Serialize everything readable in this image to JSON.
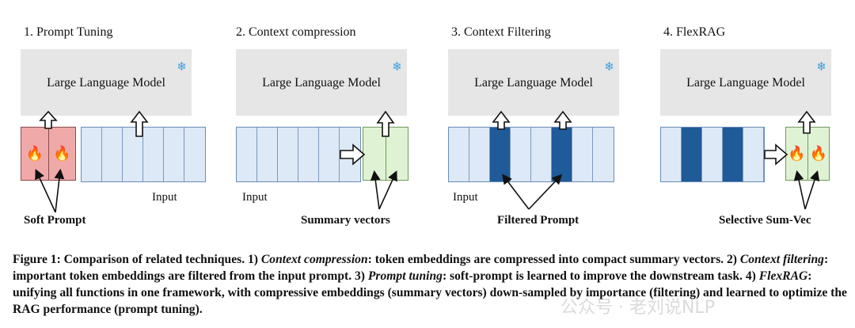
{
  "panels": [
    {
      "title": "1. Prompt Tuning",
      "llm_label": "Large Language Model",
      "bottom_label": "Soft Prompt",
      "input_label": "Input"
    },
    {
      "title": "2. Context compression",
      "llm_label": "Large Language Model",
      "bottom_label": "Summary vectors",
      "input_label": "Input"
    },
    {
      "title": "3. Context Filtering",
      "llm_label": "Large Language Model",
      "bottom_label": "Filtered Prompt",
      "input_label": "Input"
    },
    {
      "title": "4. FlexRAG",
      "llm_label": "Large Language Model",
      "bottom_label": "Selective Sum-Vec"
    }
  ],
  "icons": {
    "frozen": "snowflake-icon",
    "trainable": "fire-icon"
  },
  "colors": {
    "llm_box": "#e6e6e6",
    "token": "#dde9f6",
    "token_selected": "#1f5a99",
    "soft_prompt": "#f0a9a9",
    "summary": "#dff3d4",
    "snowflake": "#3a9ee0",
    "fire": "#e8531f"
  },
  "caption": {
    "prefix": "Figure 1: Comparison of related techniques. 1) ",
    "t1": "Context compression",
    "s1": ": token embeddings are compressed into compact summary vectors. 2) ",
    "t2": "Context filtering",
    "s2": ": important token embeddings are filtered from the input prompt. 3) ",
    "t3": "Prompt tuning",
    "s3": ": soft-prompt is learned to improve the downstream task. 4) ",
    "t4": "FlexRAG",
    "s4": ": unifying all functions in one framework, with compressive embeddings (summary vectors) down-sampled by importance (filtering) and learned to optimize the RAG performance (prompt tuning)."
  },
  "watermark": "公众号 · 老刘说NLP"
}
